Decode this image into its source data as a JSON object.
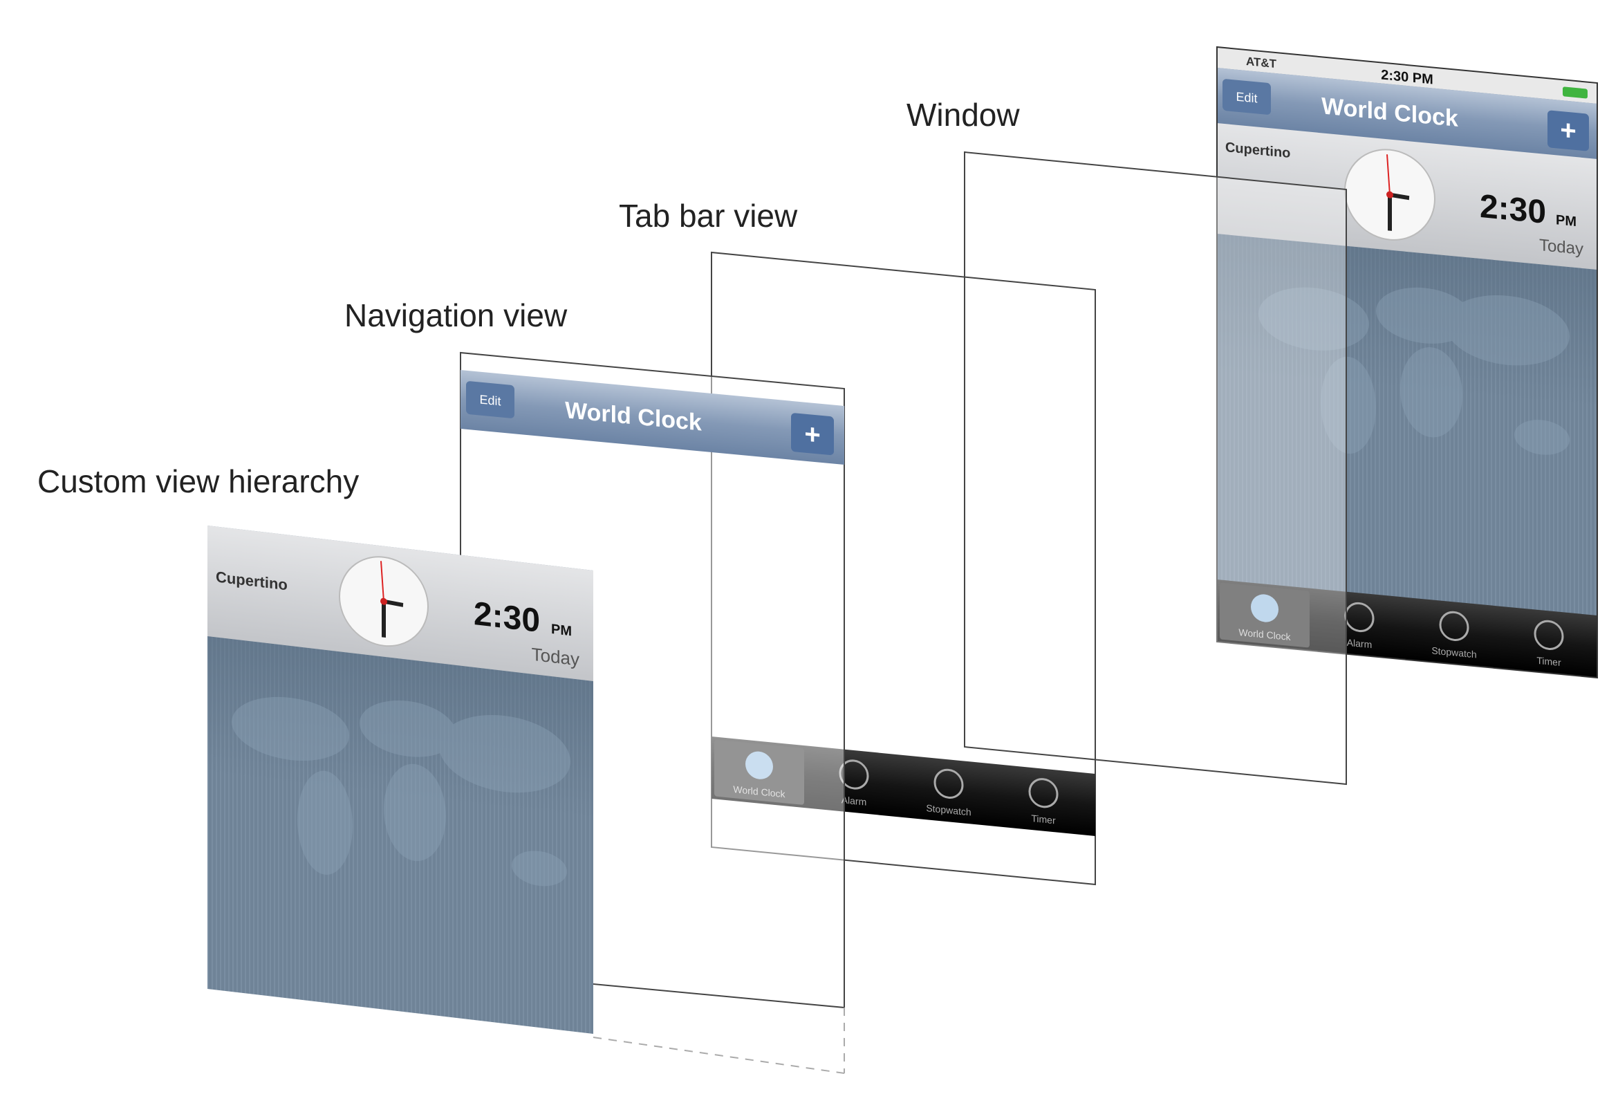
{
  "labels": {
    "custom": "Custom view hierarchy",
    "navigation": "Navigation view",
    "tabbar": "Tab bar view",
    "window": "Window"
  },
  "status_bar": {
    "carrier": "AT&T",
    "time": "2:30 PM"
  },
  "nav_bar": {
    "title": "World Clock",
    "edit_label": "Edit",
    "add_label": "+"
  },
  "clock_row": {
    "city": "Cupertino",
    "time": "2:30",
    "ampm": "PM",
    "day": "Today"
  },
  "tabs": [
    {
      "label": "World Clock",
      "icon": "globe-icon"
    },
    {
      "label": "Alarm",
      "icon": "alarm-clock-icon"
    },
    {
      "label": "Stopwatch",
      "icon": "stopwatch-icon"
    },
    {
      "label": "Timer",
      "icon": "timer-icon"
    }
  ],
  "colors": {
    "navbar": "#7d94b3",
    "body": "#6f8397",
    "header": "#d6d7d9",
    "tabbar": "#111111"
  }
}
